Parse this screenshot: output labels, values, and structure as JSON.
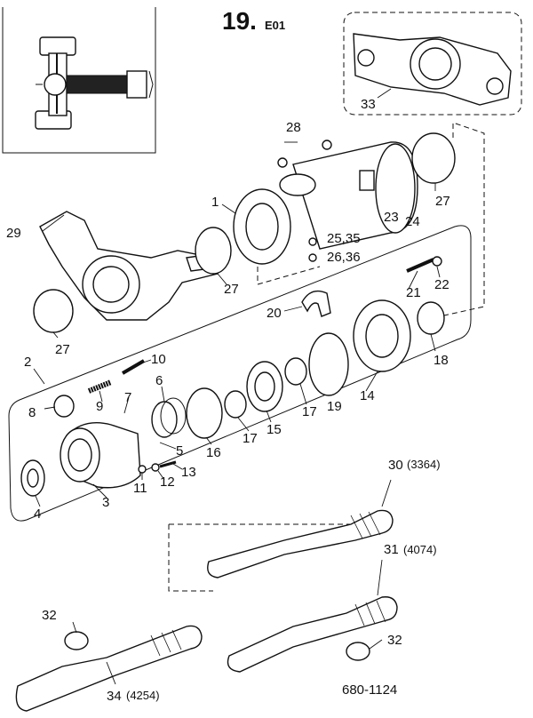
{
  "header": {
    "page_number": "19.",
    "section_code": "E01"
  },
  "footer": {
    "drawing_number": "680-1124"
  },
  "callouts": {
    "c1": "1",
    "c2": "2",
    "c3": "3",
    "c4": "4",
    "c5": "5",
    "c6": "6",
    "c7": "7",
    "c8": "8",
    "c9": "9",
    "c10": "10",
    "c11": "11",
    "c12": "12",
    "c13": "13",
    "c14": "14",
    "c15": "15",
    "c16": "16",
    "c17a": "17",
    "c17b": "17",
    "c18": "18",
    "c19": "19",
    "c20": "20",
    "c21": "21",
    "c22": "22",
    "c23": "23",
    "c24": "24",
    "c2535": "25,35",
    "c2636": "26,36",
    "c27a": "27",
    "c27b": "27",
    "c27c": "27",
    "c28": "28",
    "c29": "29",
    "c30": "30",
    "c30ref": "(3364)",
    "c31": "31",
    "c31ref": "(4074)",
    "c32a": "32",
    "c32b": "32",
    "c33": "33",
    "c34": "34",
    "c34ref": "(4254)"
  },
  "icons": {
    "locator": "tractor-axle-locator-icon"
  }
}
